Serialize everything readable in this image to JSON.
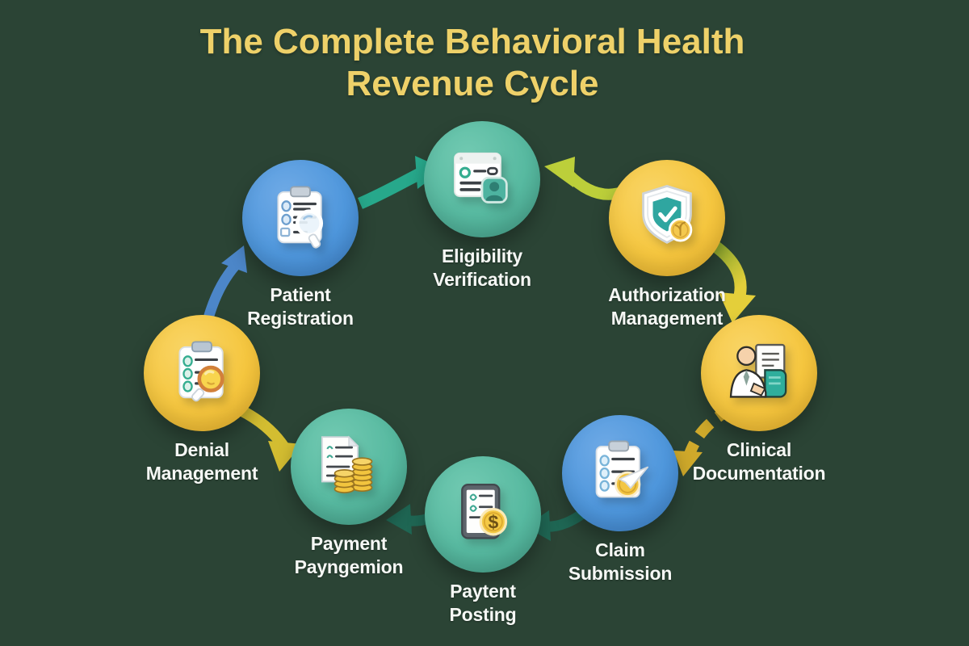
{
  "title": {
    "line1": "The Complete Behavioral Health",
    "line2": "Revenue Cycle"
  },
  "palette": {
    "background": "#2b4435",
    "title_text": "#eed169",
    "label_text": "#f6f8f5",
    "circle_teal": "#57b9a0",
    "circle_yellow": "#f5c63f",
    "circle_blue": "#4f97dc",
    "arrow_teal": "#27a88b",
    "arrow_yellow_green": "#bccf3a",
    "arrow_olive": "#6f9b2a",
    "arrow_gold": "#cfa92b",
    "arrow_dark_teal": "#1e6a57",
    "arrow_yellow": "#d3bd31",
    "arrow_blue": "#4c86c8"
  },
  "glyphs": {
    "dollar": "$"
  },
  "cycle": {
    "steps": [
      {
        "name": "patient-registration",
        "label_lines": [
          "Patient",
          "Registration"
        ],
        "circle": "blue",
        "icon": "clipboard-magnifier-icon"
      },
      {
        "name": "eligibility-verification",
        "label_lines": [
          "Eligibility",
          "Verification"
        ],
        "circle": "teal",
        "icon": "form-avatar-icon"
      },
      {
        "name": "authorization-management",
        "label_lines": [
          "Authorization",
          "Management"
        ],
        "circle": "yellow",
        "icon": "shield-check-coin-icon"
      },
      {
        "name": "clinical-documentation",
        "label_lines": [
          "Clinical",
          "Documentation"
        ],
        "circle": "yellow",
        "icon": "doctor-chart-icon"
      },
      {
        "name": "claim-submission",
        "label_lines": [
          "Claim",
          "Submission"
        ],
        "circle": "blue",
        "icon": "clipboard-send-coin-icon"
      },
      {
        "name": "payment-posting",
        "label_lines": [
          "Paytent",
          "Posting"
        ],
        "circle": "teal",
        "icon": "tablet-dollar-coin-icon"
      },
      {
        "name": "payment-reconciliation",
        "label_lines": [
          "Payment",
          "Payngemion"
        ],
        "circle": "teal",
        "icon": "invoice-coin-stacks-icon"
      },
      {
        "name": "denial-management",
        "label_lines": [
          "Denial",
          "Management"
        ],
        "circle": "yellow",
        "icon": "clipboard-search-icon"
      }
    ]
  }
}
